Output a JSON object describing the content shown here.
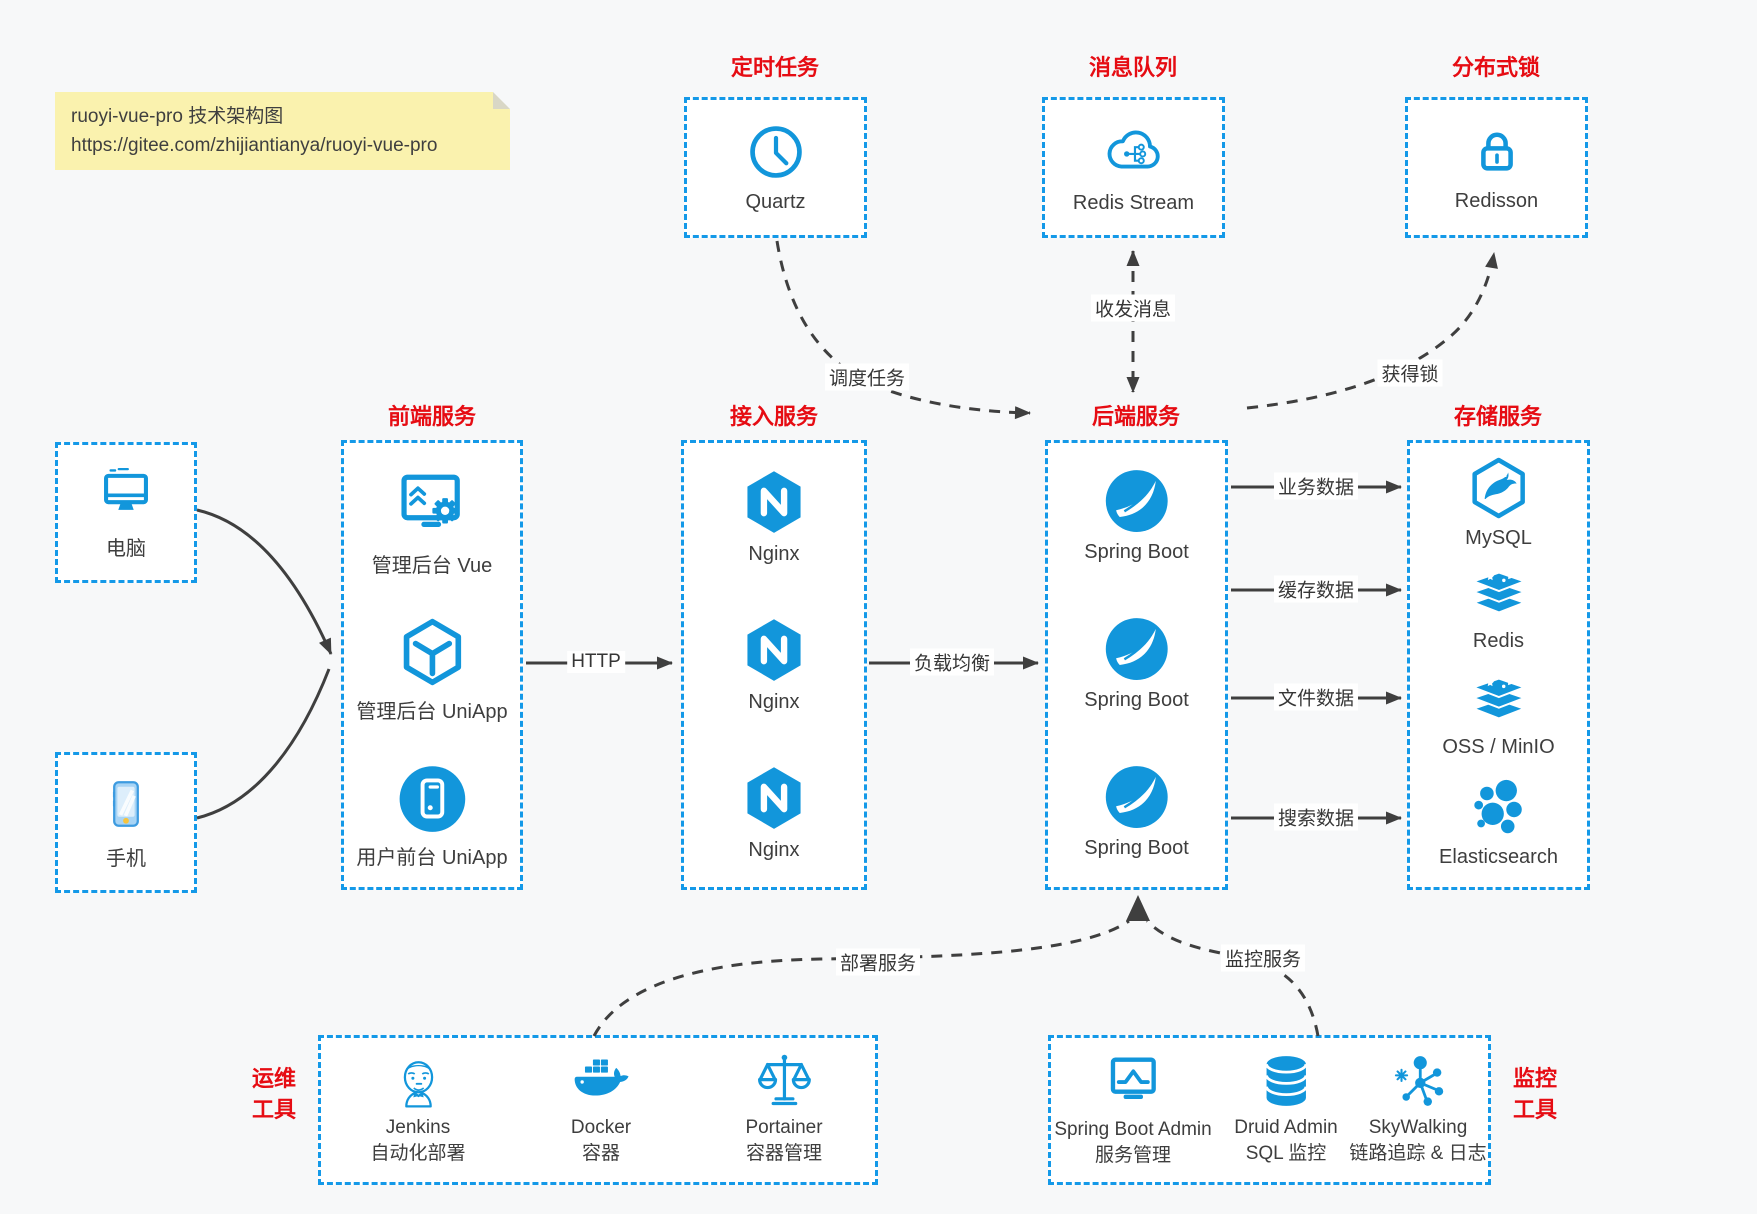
{
  "note": {
    "title": "ruoyi-vue-pro 技术架构图",
    "url": "https://gitee.com/zhijiantianya/ruoyi-vue-pro"
  },
  "colors": {
    "accent_blue": "#1296db",
    "dashed_border_blue": "#1499e8",
    "title_red": "#e60c13",
    "arrow_dark": "#3f3f3f",
    "note_bg": "#faf2ae"
  },
  "top_boxes": [
    {
      "title": "定时任务",
      "label": "Quartz",
      "icon": "clock-icon"
    },
    {
      "title": "消息队列",
      "label": "Redis Stream",
      "icon": "cloud-stream-icon"
    },
    {
      "title": "分布式锁",
      "label": "Redisson",
      "icon": "lock-icon"
    }
  ],
  "clients": [
    {
      "label": "电脑",
      "icon": "desktop-icon"
    },
    {
      "label": "手机",
      "icon": "smartphone-icon"
    }
  ],
  "columns": [
    {
      "title": "前端服务",
      "items": [
        {
          "label": "管理后台 Vue",
          "icon": "admin-vue-icon"
        },
        {
          "label": "管理后台 UniApp",
          "icon": "uniapp-cube-icon"
        },
        {
          "label": "用户前台 UniApp",
          "icon": "mobile-app-icon"
        }
      ]
    },
    {
      "title": "接入服务",
      "items": [
        {
          "label": "Nginx",
          "icon": "nginx-icon"
        },
        {
          "label": "Nginx",
          "icon": "nginx-icon"
        },
        {
          "label": "Nginx",
          "icon": "nginx-icon"
        }
      ]
    },
    {
      "title": "后端服务",
      "items": [
        {
          "label": "Spring Boot",
          "icon": "spring-boot-icon"
        },
        {
          "label": "Spring Boot",
          "icon": "spring-boot-icon"
        },
        {
          "label": "Spring Boot",
          "icon": "spring-boot-icon"
        }
      ]
    },
    {
      "title": "存储服务",
      "items": [
        {
          "label": "MySQL",
          "icon": "mysql-icon"
        },
        {
          "label": "Redis",
          "icon": "redis-stack-icon"
        },
        {
          "label": "OSS / MinIO",
          "icon": "oss-minio-stack-icon"
        },
        {
          "label": "Elasticsearch",
          "icon": "elasticsearch-icon"
        }
      ]
    }
  ],
  "tool_boxes": [
    {
      "side_label_line1": "运维",
      "side_label_line2": "工具",
      "items": [
        {
          "name": "Jenkins",
          "desc": "自动化部署",
          "icon": "jenkins-icon"
        },
        {
          "name": "Docker",
          "desc": "容器",
          "icon": "docker-icon"
        },
        {
          "name": "Portainer",
          "desc": "容器管理",
          "icon": "portainer-icon"
        }
      ]
    },
    {
      "side_label_line1": "监控",
      "side_label_line2": "工具",
      "items": [
        {
          "name": "Spring Boot Admin",
          "desc": "服务管理",
          "icon": "spring-boot-admin-icon"
        },
        {
          "name": "Druid Admin",
          "desc": "SQL 监控",
          "icon": "druid-icon"
        },
        {
          "name": "SkyWalking",
          "desc": "链路追踪 & 日志",
          "icon": "skywalking-icon"
        }
      ]
    }
  ],
  "edge_labels": {
    "schedule": "调度任务",
    "message": "收发消息",
    "lock": "获得锁",
    "http": "HTTP",
    "load_balance": "负载均衡",
    "business": "业务数据",
    "cache": "缓存数据",
    "file": "文件数据",
    "search": "搜索数据",
    "deploy": "部署服务",
    "monitor": "监控服务"
  }
}
